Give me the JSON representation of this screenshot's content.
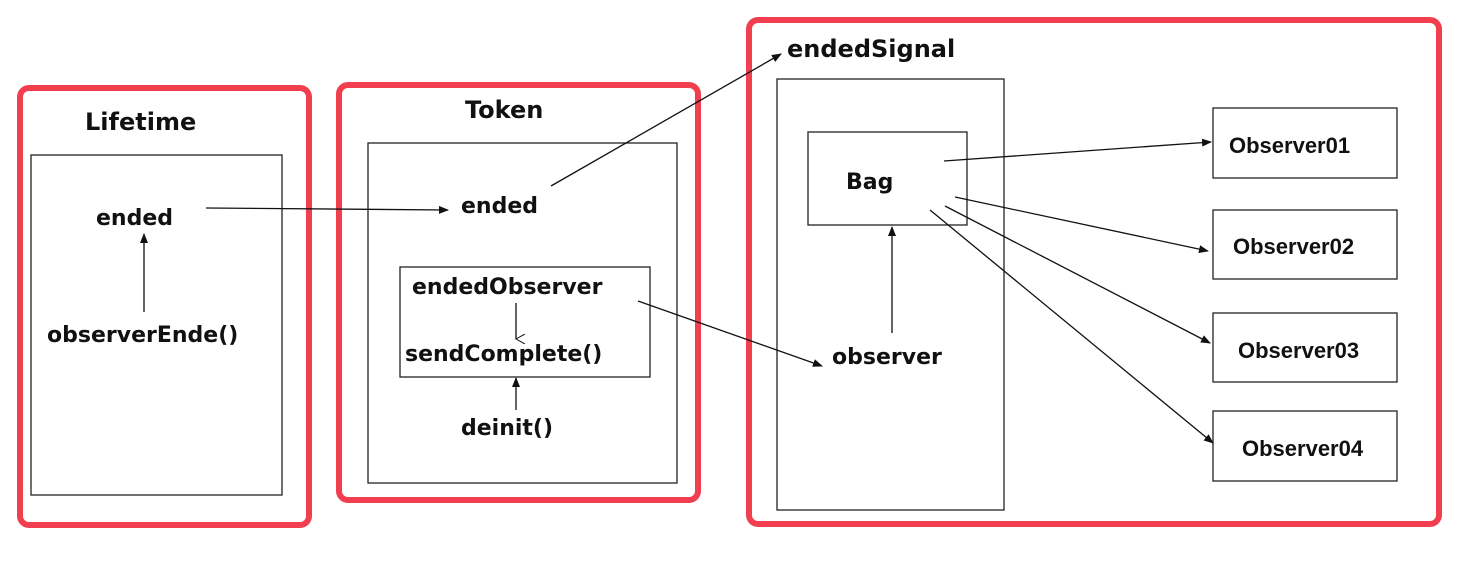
{
  "groups": {
    "lifetime": {
      "title": "Lifetime",
      "ended": "ended",
      "observer_ende": "observerEnde()"
    },
    "token": {
      "title": "Token",
      "ended": "ended",
      "ended_observer": "endedObserver",
      "send_complete": "sendComplete()",
      "deinit": "deinit()"
    },
    "ended_signal": {
      "title": "endedSignal",
      "bag": "Bag",
      "observer": "observer",
      "observers": [
        "Observer01",
        "Observer02",
        "Observer03",
        "Observer04"
      ]
    }
  },
  "colors": {
    "group_frame": "#f23f4f",
    "line": "#111111"
  }
}
